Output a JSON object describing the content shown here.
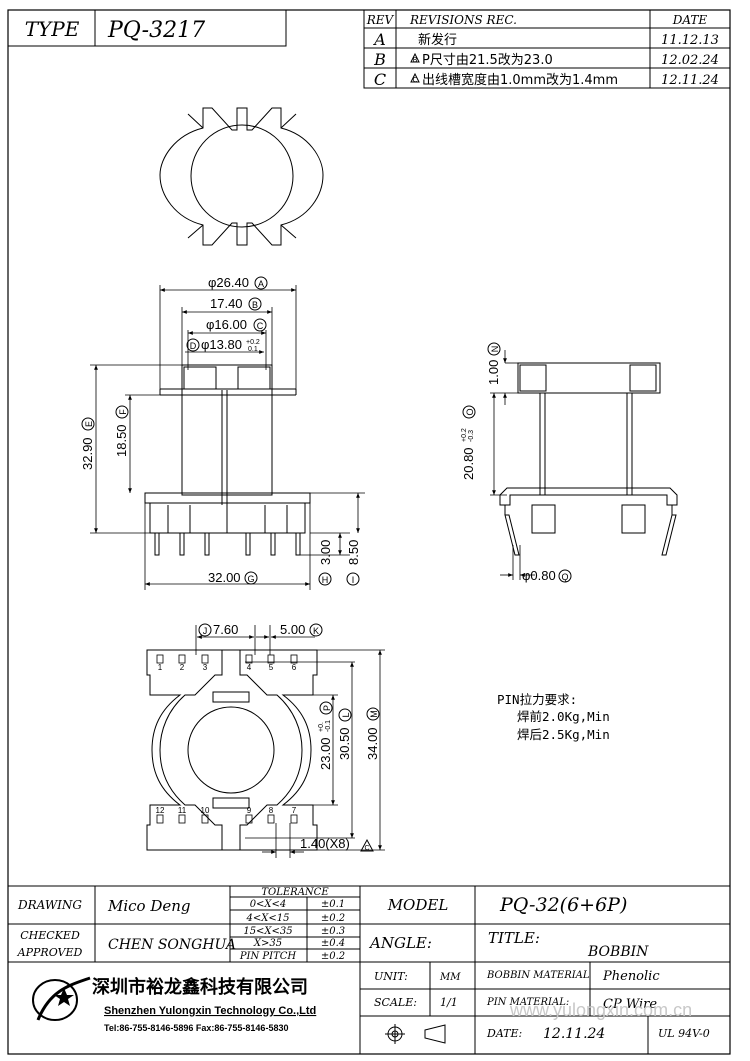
{
  "header": {
    "type_label": "TYPE",
    "type_value": "PQ-3217",
    "rev_table": {
      "headers": [
        "REV",
        "REVISIONS REC.",
        "DATE"
      ],
      "rows": [
        {
          "rev": "A",
          "desc": "新发行",
          "date": "11.12.13"
        },
        {
          "rev": "B",
          "desc": "P尺寸由21.5改为23.0",
          "mark": "B",
          "date": "12.02.24"
        },
        {
          "rev": "C",
          "desc": "出线槽宽度由1.0mm改为1.4mm",
          "mark": "C",
          "date": "12.11.24"
        }
      ]
    }
  },
  "dimensions": {
    "d_A": "φ26.40",
    "m_A": "A",
    "d_B": "17.40",
    "m_B": "B",
    "d_C": "φ16.00",
    "m_C": "C",
    "d_D": "φ13.80",
    "tol_D_up": "+0.2",
    "tol_D_dn": "0.1",
    "m_D": "D",
    "d_E": "32.90",
    "m_E": "E",
    "d_F": "18.50",
    "m_F": "F",
    "d_G": "32.00",
    "m_G": "G",
    "d_H": "3.00",
    "m_H": "H",
    "d_I": "8.50",
    "m_I": "I",
    "d_J": "7.60",
    "m_J": "J",
    "d_K": "5.00",
    "m_K": "K",
    "d_L": "30.50",
    "m_L": "L",
    "d_M": "34.00",
    "m_M": "M",
    "d_N": "1.00",
    "m_N": "N",
    "d_O": "20.80",
    "tol_O_up": "+0.2",
    "tol_O_dn": "-0.3",
    "m_O": "O",
    "d_P": "23.00",
    "tol_P_up": "+0.",
    "tol_P_dn": "-0.1",
    "m_P": "P",
    "d_Q": "φ0.80",
    "m_Q": "Q",
    "d_slot": "1.40(X8)",
    "m_slot": "C"
  },
  "pins": {
    "top": [
      "1",
      "2",
      "3",
      "4",
      "5",
      "6"
    ],
    "bottom": [
      "12",
      "11",
      "10",
      "9",
      "8",
      "7"
    ]
  },
  "notes": {
    "title": "PIN拉力要求:",
    "line1": "焊前2.0Kg,Min",
    "line2": "焊后2.5Kg,Min"
  },
  "title_block": {
    "drawing_label": "DRAWING",
    "drawing_value": "Mico Deng",
    "checked_label": "CHECKED",
    "approved_label": "APPROVED",
    "approved_value": "CHEN SONGHUA",
    "tolerance_title": "TOLERANCE",
    "tolerance_rows": [
      {
        "range": "0<X<4",
        "tol": "±0.1"
      },
      {
        "range": "4<X<15",
        "tol": "±0.2"
      },
      {
        "range": "15<X<35",
        "tol": "±0.3"
      },
      {
        "range": "X>35",
        "tol": "±0.4"
      },
      {
        "range": "PIN PITCH",
        "tol": "±0.2"
      }
    ],
    "model_label": "MODEL",
    "model_value": "PQ-32(6+6P)",
    "angle_label": "ANGLE:",
    "title_label": "TITLE:",
    "title_value": "BOBBIN",
    "unit_label": "UNIT:",
    "unit_value": "MM",
    "scale_label": "SCALE:",
    "scale_value": "1/1",
    "bobbin_material_label": "BOBBIN MATERIAL",
    "bobbin_material_value": "Phenolic",
    "pin_material_label": "PIN MATERIAL:",
    "pin_material_value": "CP Wire",
    "date_label": "DATE:",
    "date_value": "12.11.24",
    "ul_value": "UL 94V-0",
    "company_cn": "深圳市裕龙鑫科技有限公司",
    "company_en": "Shenzhen Yulongxin Technology Co.,Ltd",
    "contact": "Tel:86-755-8146-5896  Fax:86-755-8146-5830",
    "watermark": "www.yulongxin.com.cn"
  }
}
